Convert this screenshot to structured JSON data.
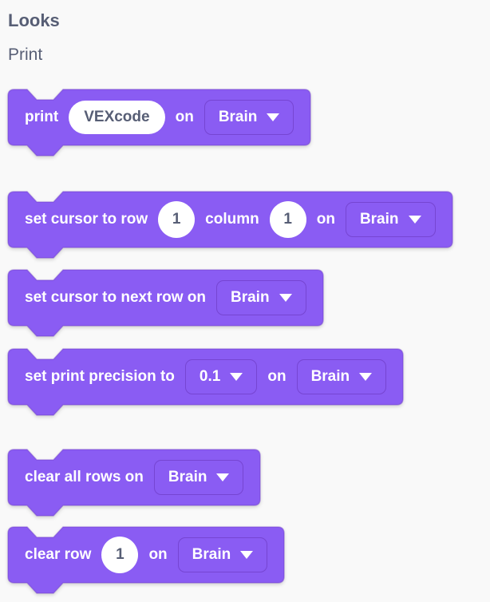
{
  "header": {
    "category": "Looks",
    "section": "Print"
  },
  "colors": {
    "page_bg": "#F9F9F9",
    "block_fill": "#8A5CF3",
    "block_outline": "#6F3EC9",
    "dropdown_border": "#7645D2",
    "block_text": "#FFFFFF",
    "input_bg": "#FFFFFF",
    "input_text": "#575E75"
  },
  "blocks": [
    {
      "segments": [
        {
          "type": "label",
          "name": "block-text",
          "text": "print"
        },
        {
          "type": "oval-input",
          "name": "print-text-input",
          "value": "VEXcode"
        },
        {
          "type": "label",
          "name": "block-text",
          "text": "on"
        },
        {
          "type": "dropdown",
          "name": "brain-dropdown",
          "value": "Brain",
          "icon": "caret-down"
        }
      ]
    },
    {
      "segments": [
        {
          "type": "label",
          "name": "block-text",
          "text": "set cursor to row"
        },
        {
          "type": "round-input",
          "name": "row-number-input",
          "value": "1"
        },
        {
          "type": "label",
          "name": "block-text",
          "text": "column"
        },
        {
          "type": "round-input",
          "name": "column-number-input",
          "value": "1"
        },
        {
          "type": "label",
          "name": "block-text",
          "text": "on"
        },
        {
          "type": "dropdown",
          "name": "brain-dropdown",
          "value": "Brain",
          "icon": "caret-down"
        }
      ]
    },
    {
      "segments": [
        {
          "type": "label",
          "name": "block-text",
          "text": "set cursor to next row on"
        },
        {
          "type": "dropdown",
          "name": "brain-dropdown",
          "value": "Brain",
          "icon": "caret-down"
        }
      ]
    },
    {
      "segments": [
        {
          "type": "label",
          "name": "block-text",
          "text": "set print precision to"
        },
        {
          "type": "dropdown",
          "name": "precision-dropdown",
          "value": "0.1",
          "icon": "caret-down"
        },
        {
          "type": "label",
          "name": "block-text",
          "text": "on"
        },
        {
          "type": "dropdown",
          "name": "brain-dropdown",
          "value": "Brain",
          "icon": "caret-down"
        }
      ]
    },
    {
      "segments": [
        {
          "type": "label",
          "name": "block-text",
          "text": "clear all rows on"
        },
        {
          "type": "dropdown",
          "name": "brain-dropdown",
          "value": "Brain",
          "icon": "caret-down"
        }
      ]
    },
    {
      "segments": [
        {
          "type": "label",
          "name": "block-text",
          "text": "clear row"
        },
        {
          "type": "round-input",
          "name": "row-number-input",
          "value": "1"
        },
        {
          "type": "label",
          "name": "block-text",
          "text": "on"
        },
        {
          "type": "dropdown",
          "name": "brain-dropdown",
          "value": "Brain",
          "icon": "caret-down"
        }
      ]
    }
  ]
}
